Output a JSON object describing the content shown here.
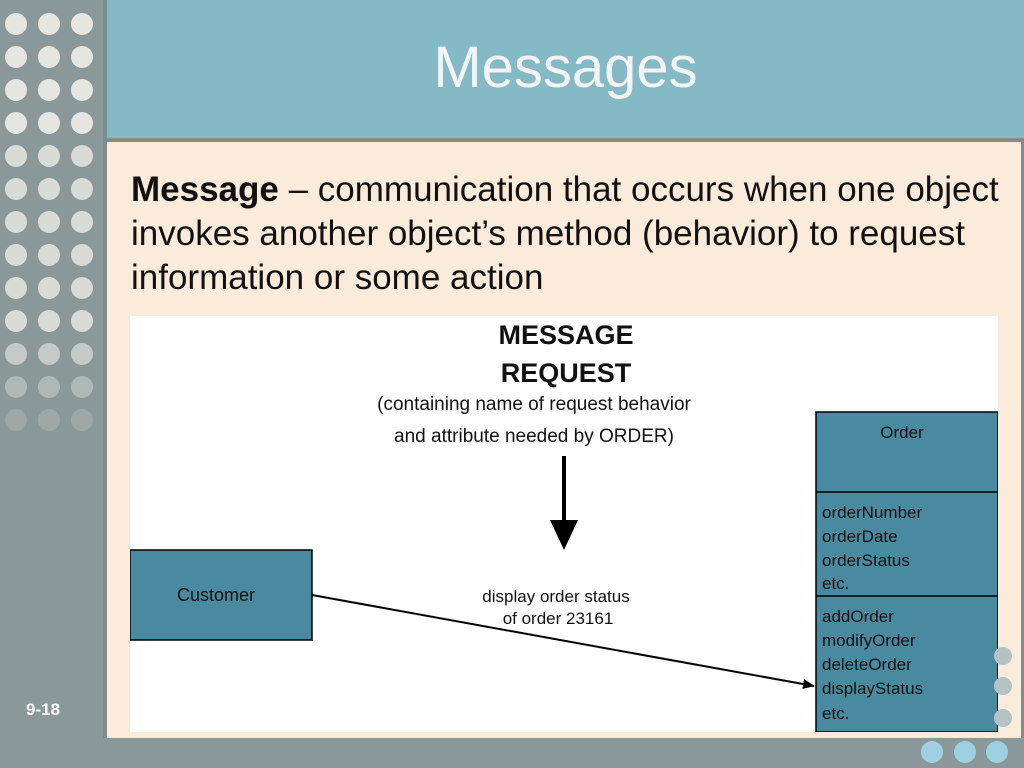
{
  "slide": {
    "title": "Messages",
    "number": "9-18"
  },
  "definition": {
    "term": "Message",
    "dash": " – ",
    "text": "communication that occurs when one object invokes another object’s method (behavior) to request information or some action"
  },
  "diagram": {
    "request_title_line1": "MESSAGE",
    "request_title_line2": "REQUEST",
    "request_note_line1": "(containing name of request behavior",
    "request_note_line2": "and attribute needed by ORDER)",
    "customer_label": "Customer",
    "message_line1": "display order status",
    "message_line2": "of order 23161",
    "order": {
      "name": "Order",
      "attributes": [
        "orderNumber",
        "orderDate",
        "orderStatus",
        "etc."
      ],
      "methods": [
        "addOrder",
        "modifyOrder",
        "deleteOrder",
        "displayStatus",
        "etc."
      ]
    }
  },
  "colors": {
    "title_bar": "#84b9c6",
    "content_bg": "#fbebdb",
    "class_box": "#4a8aa0",
    "sidebar": "#8a9899"
  }
}
